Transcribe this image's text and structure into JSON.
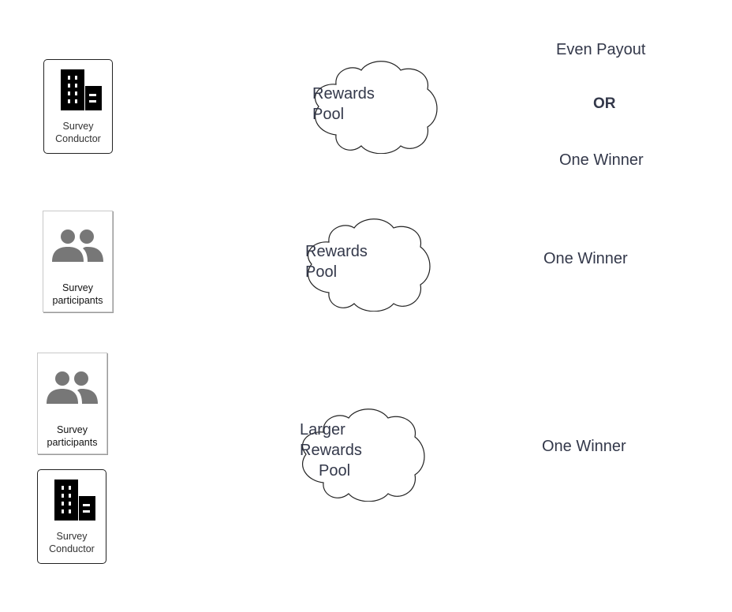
{
  "rows": [
    {
      "actors": [
        {
          "kind": "building-icon",
          "label_lines": [
            "Survey",
            "Conductor"
          ]
        }
      ],
      "pool_lines": [
        "Rewards",
        "Pool"
      ],
      "outcomes": [
        "Even Payout",
        "OR",
        "One Winner"
      ]
    },
    {
      "actors": [
        {
          "kind": "people-icon",
          "label_lines": [
            "Survey",
            "participants"
          ]
        }
      ],
      "pool_lines": [
        "Rewards",
        "Pool"
      ],
      "outcomes": [
        "One Winner"
      ]
    },
    {
      "actors": [
        {
          "kind": "people-icon",
          "label_lines": [
            "Survey",
            "participants"
          ]
        },
        {
          "kind": "building-icon",
          "label_lines": [
            "Survey",
            "Conductor"
          ]
        }
      ],
      "pool_lines": [
        "Larger",
        "Rewards",
        "Pool"
      ],
      "outcomes": [
        "One Winner"
      ]
    }
  ],
  "colors": {
    "building_icon": "#000000",
    "people_icon": "#777777",
    "text": "#33384a"
  }
}
